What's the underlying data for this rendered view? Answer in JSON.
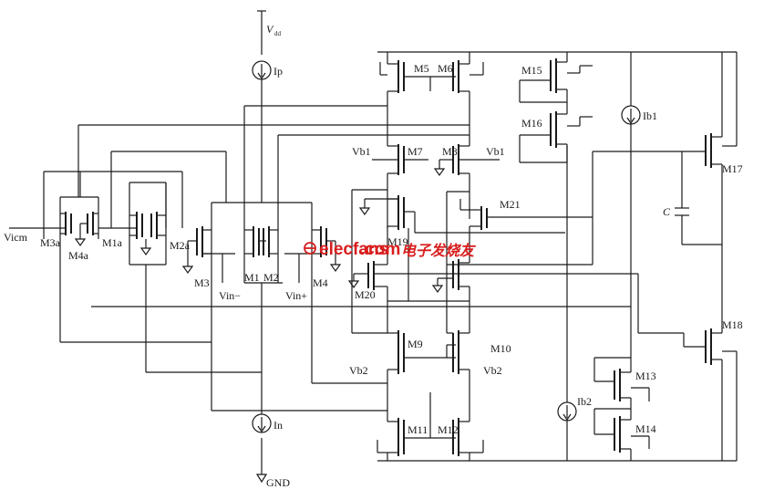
{
  "supply": {
    "vdd_letter": "V",
    "vdd_sub": "dd",
    "gnd": "GND"
  },
  "sources": {
    "ip": "Ip",
    "in": "In",
    "ib1": "Ib1",
    "ib2": "Ib2"
  },
  "capacitor": "C",
  "inputs": {
    "vicm": "Vicm",
    "vin_minus": "Vin−",
    "vin_plus": "Vin+"
  },
  "bias": {
    "vb1_left": "Vb1",
    "vb1_right": "Vb1",
    "vb2_left": "Vb2",
    "vb2_right": "Vb2"
  },
  "transistors": [
    "M1",
    "M2",
    "M3",
    "M4",
    "M5",
    "M6",
    "M7",
    "M8",
    "M9",
    "M10",
    "M11",
    "M12",
    "M13",
    "M14",
    "M15",
    "M16",
    "M17",
    "M18",
    "M19",
    "M20",
    "M21",
    "M1a",
    "M2a",
    "M3a",
    "M4a"
  ],
  "watermark": {
    "site": "elecfans",
    "dot_com": ".com",
    "cn": "电子发烧友"
  },
  "colors": {
    "wire": "#1a1a1a",
    "background": "#ffffff",
    "watermark": "#d81e1e"
  }
}
